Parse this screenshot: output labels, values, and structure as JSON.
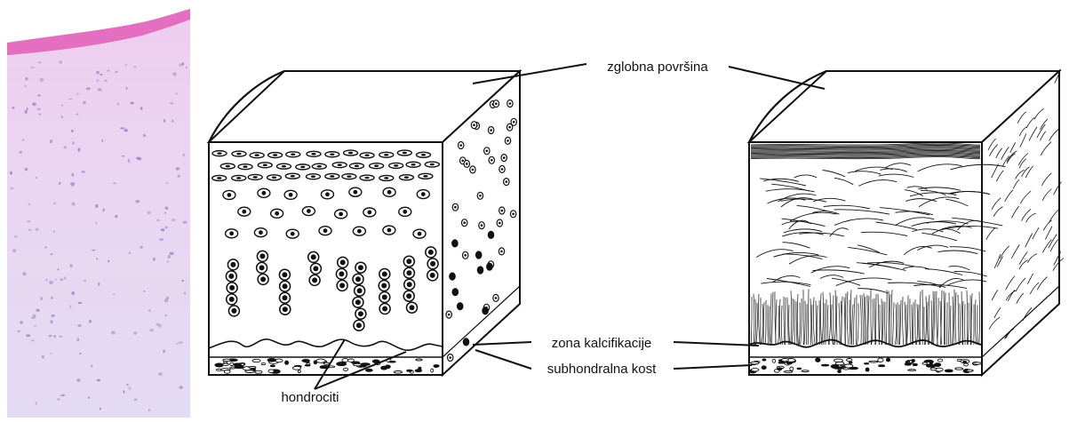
{
  "labels": {
    "surface": "zglobna površina",
    "calcification": "zona kalcifikacije",
    "subchondral": "subhondralna kost",
    "chondrocytes": "hondrociti"
  },
  "colors": {
    "stain_surface": "#e46fc0",
    "stain_matrix": "#efd2ee",
    "stain_nuclei": "#a587cc",
    "ink": "#111111"
  }
}
